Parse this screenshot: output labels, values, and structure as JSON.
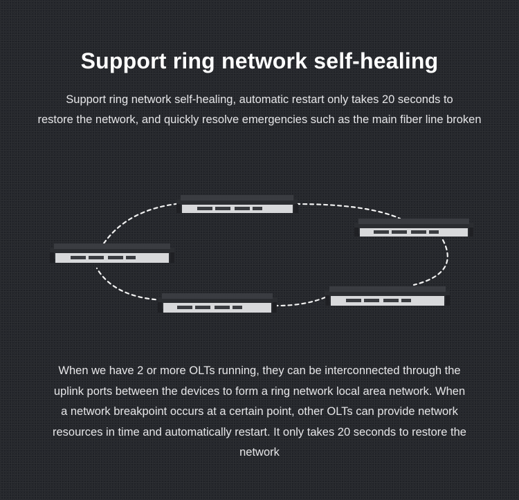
{
  "title": "Support ring network self-healing",
  "intro": {
    "line1": "Support ring network self-healing, automatic restart only takes 20 seconds to",
    "line2": "restore the network, and quickly resolve emergencies such as the main fiber line broken"
  },
  "diagram": {
    "devices": [
      "olt-device-top",
      "olt-device-right",
      "olt-device-bottom-right",
      "olt-device-bottom",
      "olt-device-left"
    ],
    "link_style": "dashed-ring"
  },
  "body": {
    "line1": "When we have 2 or more OLTs running, they can be interconnected through the",
    "line2": "uplink ports between the devices to form a ring network local area network. When",
    "line3": "a network breakpoint occurs at a certain point, other OLTs can provide network",
    "line4": "resources in time and automatically restart. It only takes 20 seconds to restore the",
    "line5": "network"
  },
  "colors": {
    "background": "#26282d",
    "text": "#e6e6e8",
    "title": "#ffffff",
    "device_front": "#d8d9db",
    "device_body": "#2e3034"
  }
}
